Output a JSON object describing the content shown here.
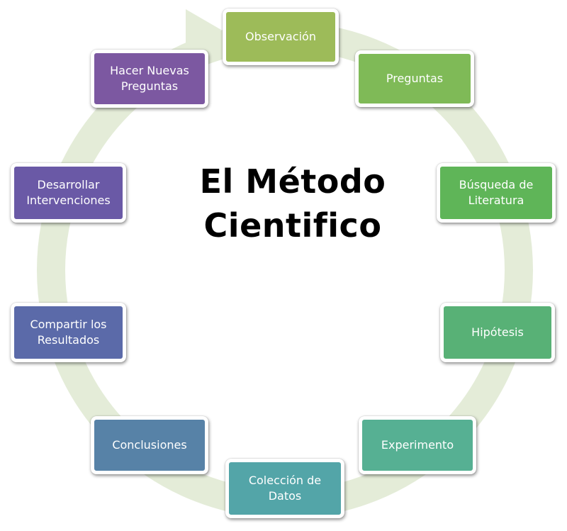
{
  "title": {
    "line1": "El Método",
    "line2": "Cientifico"
  },
  "steps": [
    {
      "label": "Observación",
      "color": "#9dbb59"
    },
    {
      "label": "Preguntas",
      "color": "#7fba57"
    },
    {
      "label": "Búsqueda de Literatura",
      "color": "#5fb558"
    },
    {
      "label": "Hipótesis",
      "color": "#58b176"
    },
    {
      "label": "Experimento",
      "color": "#56b093"
    },
    {
      "label": "Colección de Datos",
      "color": "#53a5a8"
    },
    {
      "label": "Conclusiones",
      "color": "#5782a7"
    },
    {
      "label": "Compartir los Resultados",
      "color": "#5b6aa9"
    },
    {
      "label": "Desarrollar Intervenciones",
      "color": "#6a59a6"
    },
    {
      "label": "Hacer Nuevas Preguntas",
      "color": "#7c58a1"
    }
  ],
  "cycle_arrow_color": "#e4ecd8"
}
